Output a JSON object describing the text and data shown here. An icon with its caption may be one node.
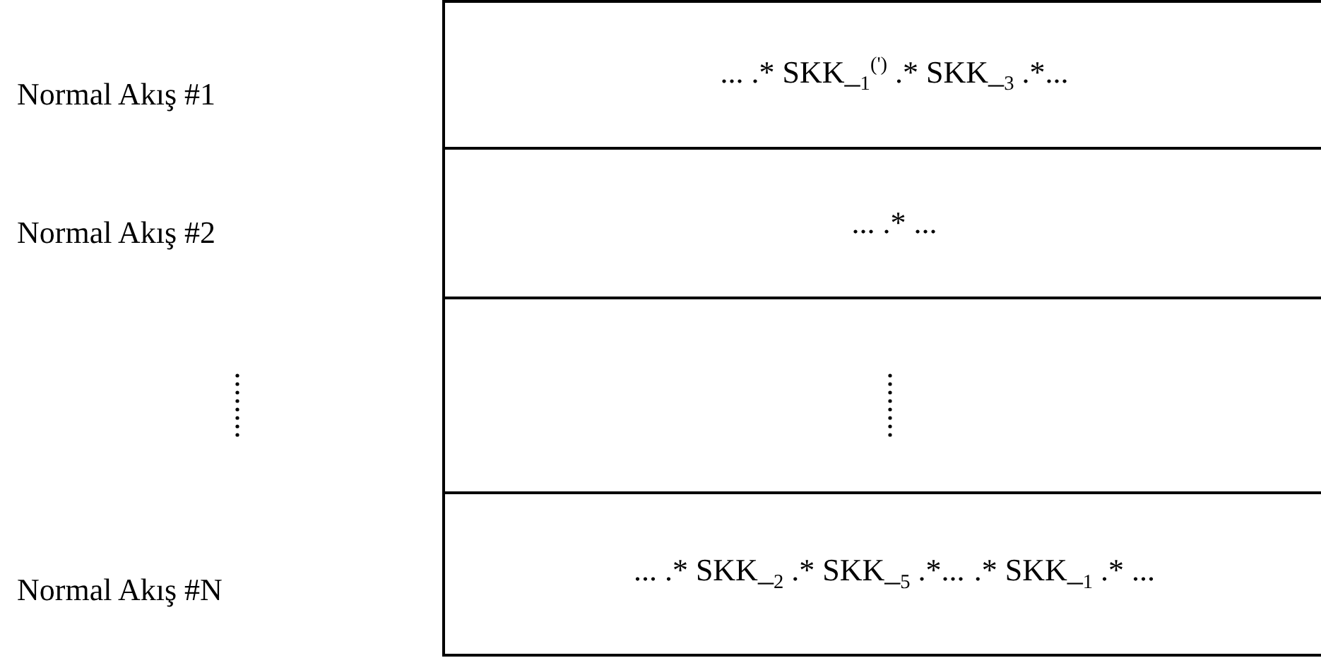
{
  "diagram": {
    "nodes": [
      {
        "text": [
          "... .* SKK_$_{1}$$^{(')}$ .* SKK_$_{3}$ .*..."
        ]
      },
      {
        "text": [
          "... .* ..."
        ]
      },
      {
        "text": [],
        "shape": "box"
      },
      {
        "text": [
          "... .* SKK_$_{2}$ .* SKK_$_{5}$ .*...",
          ".* SKK_$_{1}$ .* ..."
        ]
      }
    ],
    "labels": [
      "Normal Akış #1",
      "Normal Akış #2",
      "Normal Akış #N"
    ]
  }
}
